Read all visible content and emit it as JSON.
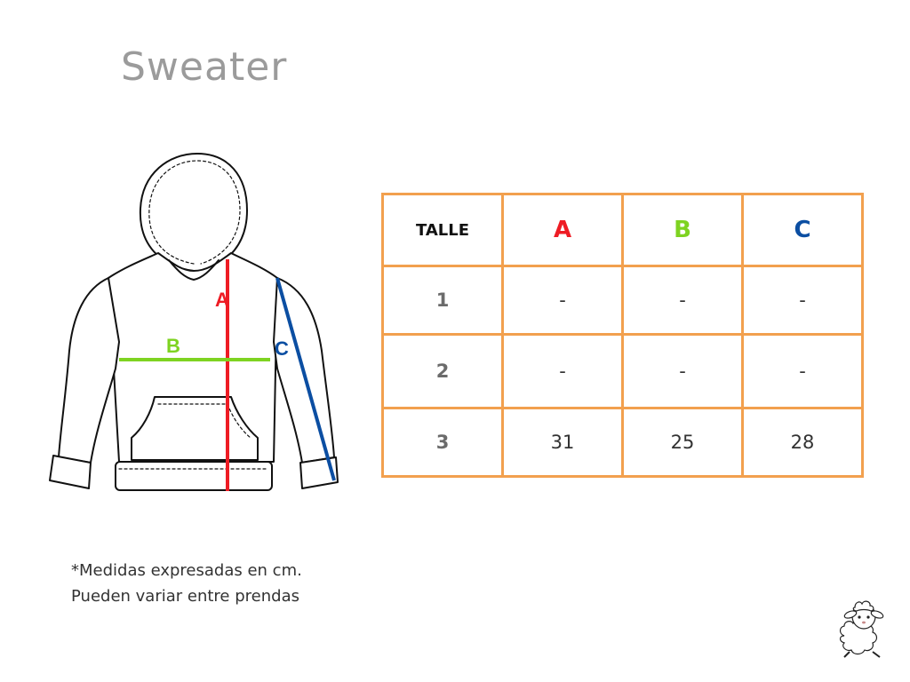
{
  "title": "Sweater",
  "diagram": {
    "labels": {
      "a": "A",
      "b": "B",
      "c": "C"
    },
    "colors": {
      "a": "#ee1c24",
      "b": "#7ed321",
      "c": "#0b4ea2"
    }
  },
  "table": {
    "header": {
      "talle": "TALLE",
      "a": "A",
      "b": "B",
      "c": "C"
    },
    "rows": [
      {
        "size": "1",
        "a": "-",
        "b": "-",
        "c": "-"
      },
      {
        "size": "2",
        "a": "-",
        "b": "-",
        "c": "-"
      },
      {
        "size": "3",
        "a": "31",
        "b": "25",
        "c": "28"
      }
    ],
    "border_color": "#f2a04e"
  },
  "note": {
    "line1": "*Medidas expresadas en cm.",
    "line2": "Pueden variar entre prendas"
  },
  "logo_icon": "sheep-icon"
}
